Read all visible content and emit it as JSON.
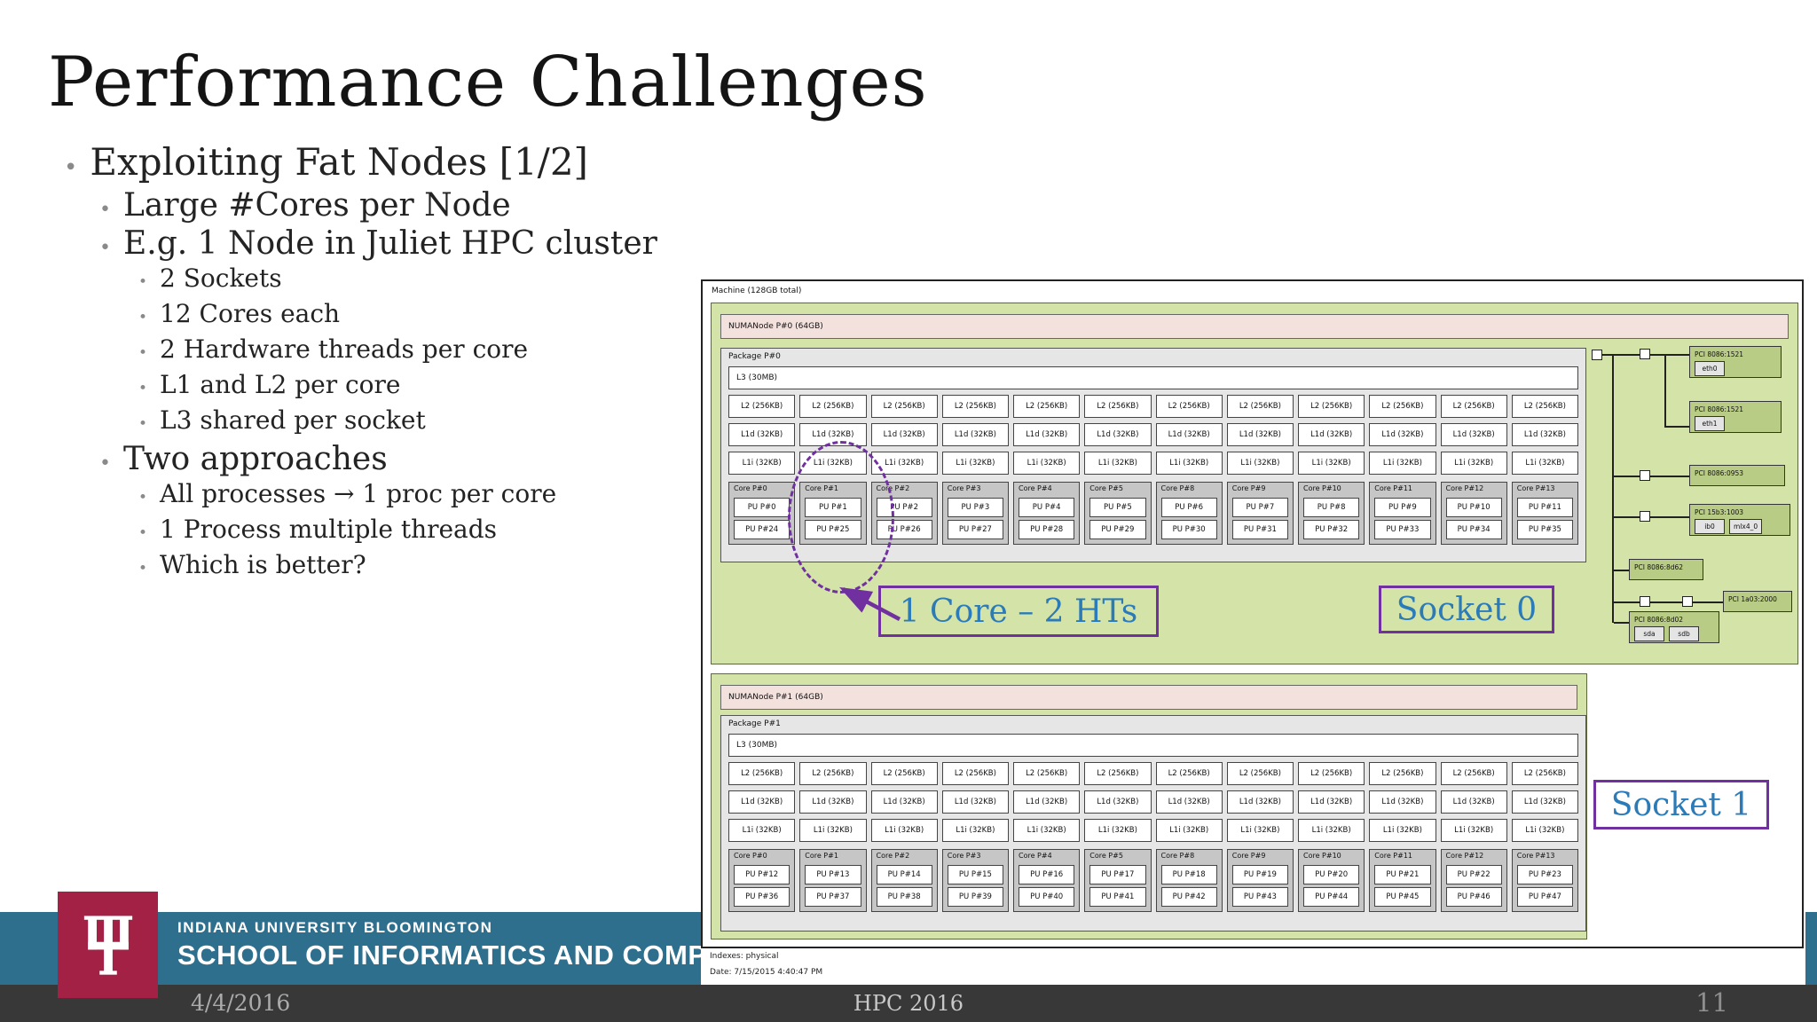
{
  "slide": {
    "title": "Performance Challenges",
    "outline": [
      {
        "level": 1,
        "text": "Exploiting Fat Nodes [1/2]"
      },
      {
        "level": 2,
        "text": "Large #Cores per Node"
      },
      {
        "level": 2,
        "text": "E.g. 1 Node in Juliet HPC cluster"
      },
      {
        "level": 3,
        "text": "2 Sockets"
      },
      {
        "level": 3,
        "text": "12 Cores each"
      },
      {
        "level": 3,
        "text": "2 Hardware threads per core"
      },
      {
        "level": 3,
        "text": "L1 and L2 per core"
      },
      {
        "level": 3,
        "text": "L3 shared per socket"
      },
      {
        "level": 2,
        "text": "Two approaches"
      },
      {
        "level": 3,
        "text": "All processes → 1 proc per core"
      },
      {
        "level": 3,
        "text": "1 Process multiple threads"
      },
      {
        "level": 3,
        "text": "Which is better?"
      }
    ],
    "footer": {
      "org_line1": "INDIANA UNIVERSITY BLOOMINGTON",
      "org_line2": "SCHOOL OF INFORMATICS AND COMPUTING",
      "date": "4/4/2016",
      "conference": "HPC 2016",
      "page_number": "11"
    }
  },
  "diagram": {
    "machine_label": "Machine (128GB total)",
    "cache_labels": {
      "l3": "L3 (30MB)",
      "l2": "L2 (256KB)",
      "l1d": "L1d (32KB)",
      "l1i": "L1i (32KB)"
    },
    "sockets": [
      {
        "numanode": "NUMANode P#0 (64GB)",
        "package": "Package P#0",
        "columns": [
          {
            "core": "Core P#0",
            "pu1": "PU P#0",
            "pu2": "PU P#24"
          },
          {
            "core": "Core P#1",
            "pu1": "PU P#1",
            "pu2": "PU P#25"
          },
          {
            "core": "Core P#2",
            "pu1": "PU P#2",
            "pu2": "PU P#26"
          },
          {
            "core": "Core P#3",
            "pu1": "PU P#3",
            "pu2": "PU P#27"
          },
          {
            "core": "Core P#4",
            "pu1": "PU P#4",
            "pu2": "PU P#28"
          },
          {
            "core": "Core P#5",
            "pu1": "PU P#5",
            "pu2": "PU P#29"
          },
          {
            "core": "Core P#8",
            "pu1": "PU P#6",
            "pu2": "PU P#30"
          },
          {
            "core": "Core P#9",
            "pu1": "PU P#7",
            "pu2": "PU P#31"
          },
          {
            "core": "Core P#10",
            "pu1": "PU P#8",
            "pu2": "PU P#32"
          },
          {
            "core": "Core P#11",
            "pu1": "PU P#9",
            "pu2": "PU P#33"
          },
          {
            "core": "Core P#12",
            "pu1": "PU P#10",
            "pu2": "PU P#34"
          },
          {
            "core": "Core P#13",
            "pu1": "PU P#11",
            "pu2": "PU P#35"
          }
        ]
      },
      {
        "numanode": "NUMANode P#1 (64GB)",
        "package": "Package P#1",
        "columns": [
          {
            "core": "Core P#0",
            "pu1": "PU P#12",
            "pu2": "PU P#36"
          },
          {
            "core": "Core P#1",
            "pu1": "PU P#13",
            "pu2": "PU P#37"
          },
          {
            "core": "Core P#2",
            "pu1": "PU P#14",
            "pu2": "PU P#38"
          },
          {
            "core": "Core P#3",
            "pu1": "PU P#15",
            "pu2": "PU P#39"
          },
          {
            "core": "Core P#4",
            "pu1": "PU P#16",
            "pu2": "PU P#40"
          },
          {
            "core": "Core P#5",
            "pu1": "PU P#17",
            "pu2": "PU P#41"
          },
          {
            "core": "Core P#8",
            "pu1": "PU P#18",
            "pu2": "PU P#42"
          },
          {
            "core": "Core P#9",
            "pu1": "PU P#19",
            "pu2": "PU P#43"
          },
          {
            "core": "Core P#10",
            "pu1": "PU P#20",
            "pu2": "PU P#44"
          },
          {
            "core": "Core P#11",
            "pu1": "PU P#21",
            "pu2": "PU P#45"
          },
          {
            "core": "Core P#12",
            "pu1": "PU P#22",
            "pu2": "PU P#46"
          },
          {
            "core": "Core P#13",
            "pu1": "PU P#23",
            "pu2": "PU P#47"
          }
        ]
      }
    ],
    "pci": {
      "devices": [
        {
          "id": "PCI 8086:1521",
          "children": [
            "eth0"
          ]
        },
        {
          "id": "PCI 8086:1521",
          "children": [
            "eth1"
          ]
        },
        {
          "id": "PCI 8086:0953",
          "children": []
        },
        {
          "id": "PCI 15b3:1003",
          "children": [
            "ib0",
            "mlx4_0"
          ]
        },
        {
          "id": "PCI 8086:8d62",
          "children": []
        },
        {
          "id": "PCI 1a03:2000",
          "children": []
        },
        {
          "id": "PCI 8086:8d02",
          "children": [
            "sda",
            "sdb"
          ]
        }
      ]
    },
    "legend": {
      "indexes": "Indexes: physical",
      "date": "Date: 7/15/2015 4:40:47 PM"
    }
  },
  "annotations": {
    "core_ht_label": "1 Core – 2 HTs",
    "socket0_label": "Socket 0",
    "socket1_label": "Socket 1"
  },
  "colors": {
    "accent_purple": "#7030A0",
    "accent_blue": "#2B7BB9",
    "numa_green": "#D4E3A8",
    "numa_pink": "#F2E1DD",
    "pci_green": "#B9CC86",
    "banner_teal": "#2E6F8D",
    "iu_crimson": "#A32145",
    "footer_dark": "#383838"
  }
}
